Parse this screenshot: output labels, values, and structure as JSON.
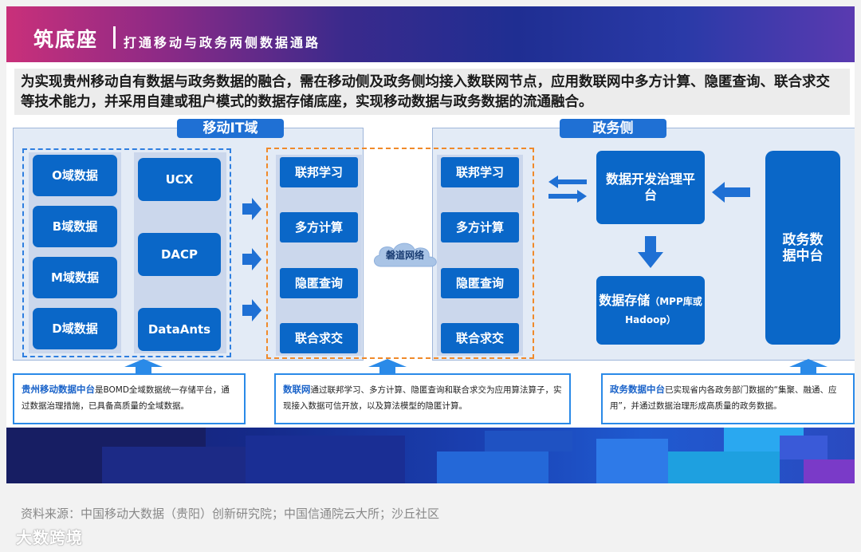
{
  "header": {
    "title": "筑底座",
    "subtitle": "打通移动与政务两侧数据通路"
  },
  "intro": "为实现贵州移动自有数据与政务数据的融合，需在移动侧及政务侧均接入数联网节点，应用数联网中多方计算、隐匿查询、联合求交等技术能力，并采用自建或租户模式的数据存储底座，实现移动数据与政务数据的流通融合。",
  "left_region": {
    "label": "移动IT域",
    "domains": [
      "O域数据",
      "B域数据",
      "M域数据",
      "D域数据"
    ],
    "platforms": [
      "UCX",
      "DACP",
      "DataAnts"
    ]
  },
  "middle": {
    "left_techs": [
      "联邦学习",
      "多方计算",
      "隐匿查询",
      "联合求交"
    ],
    "right_techs": [
      "联邦学习",
      "多方计算",
      "隐匿查询",
      "联合求交"
    ],
    "cloud_label": "磐道网络"
  },
  "right_region": {
    "label": "政务侧",
    "governance": "数据开发治理平台",
    "storage_main": "数据存储",
    "storage_sub": "（MPP库或Hadoop）",
    "gov_center": "政务数据中台"
  },
  "notes": {
    "left": {
      "highlight": "贵州移动数据中台",
      "text": "是BOMD全域数据统一存储平台，通过数据治理措施，已具备高质量的全域数据。"
    },
    "middle": {
      "highlight": "数联网",
      "text": "通过联邦学习、多方计算、隐匿查询和联合求交为应用算法算子，实现接入数据可信开放，以及算法模型的隐匿计算。"
    },
    "right": {
      "highlight": "政务数据中台",
      "text": "已实现省内各政务部门数据的“集聚、融通、应用”，并通过数据治理形成高质量的政务数据。"
    }
  },
  "footer": "资料来源：中国移动大数据（贵阳）创新研究院；中国信通院云大所；沙丘社区",
  "watermark": "大数跨境",
  "colors": {
    "primary_blue": "#0a67c8",
    "orange_dash": "#f08a2a",
    "region_bg": "#e3ebf6"
  }
}
